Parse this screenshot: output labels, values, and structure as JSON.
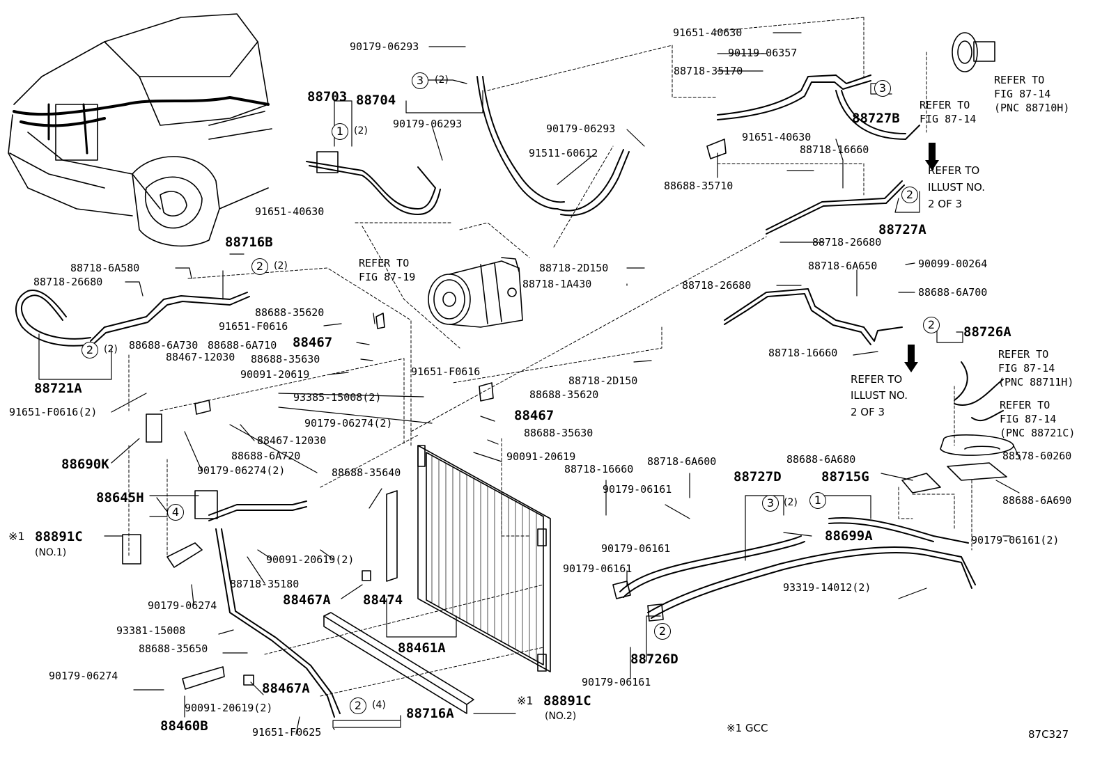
{
  "parts": {
    "p_90179_06293_a": "90179-06293",
    "p_88703": "88703",
    "p_88704": "88704",
    "p_90179_06293_b": "90179-06293",
    "p_90179_06293_c": "90179-06293",
    "p_91511_60612": "91511-60612",
    "p_91651_40630_a": "91651-40630",
    "p_91651_40630_b": "91651-40630",
    "p_90119_06357": "90119-06357",
    "p_88718_35170": "88718-35170",
    "p_88727B": "88727B",
    "p_91651_40630_c": "91651-40630",
    "p_88718_16660_a": "88718-16660",
    "p_88688_35710": "88688-35710",
    "p_88727A": "88727A",
    "p_88718_26680_a": "88718-26680",
    "p_90099_00264": "90099-00264",
    "p_88718_6A650": "88718-6A650",
    "p_88718_26680_b": "88718-26680",
    "p_88688_6A700": "88688-6A700",
    "p_88726A": "88726A",
    "p_88718_16660_b": "88718-16660",
    "p_88718_2D150_a": "88718-2D150",
    "p_88718_1A430": "88718-1A430",
    "p_88716B": "88716B",
    "p_88718_6A580": "88718-6A580",
    "p_88718_26680_c": "88718-26680",
    "p_88688_35620_a": "88688-35620",
    "p_91651_F0616_a": "91651-F0616",
    "p_88688_6A730": "88688-6A730",
    "p_88688_6A710": "88688-6A710",
    "p_88467_a": "88467",
    "p_88467_12030_a": "88467-12030",
    "p_88688_35630_a": "88688-35630",
    "p_90091_20619_a": "90091-20619",
    "p_88721A": "88721A",
    "p_91651_F0616_2": "91651-F0616(2)",
    "p_93385_15008": "93385-15008(2)",
    "p_90179_06274_2a": "90179-06274(2)",
    "p_88467_12030_b": "88467-12030",
    "p_88688_6A720": "88688-6A720",
    "p_88690K": "88690K",
    "p_90179_06274_2b": "90179-06274(2)",
    "p_91651_F0616_b": "91651-F0616",
    "p_88688_35620_b": "88688-35620",
    "p_88718_2D150_b": "88718-2D150",
    "p_88467_b": "88467",
    "p_88688_35630_b": "88688-35630",
    "p_90091_20619_b": "90091-20619",
    "p_88645H": "88645H",
    "p_88688_35640": "88688-35640",
    "p_88891C_1": "88891C",
    "p_88891C_1_sub": "(NO.1)",
    "p_90091_20619_2": "90091-20619(2)",
    "p_88718_35180": "88718-35180",
    "p_90179_06274_c": "90179-06274",
    "p_88467A_a": "88467A",
    "p_88474": "88474",
    "p_93381_15008": "93381-15008",
    "p_88461A": "88461A",
    "p_88688_35650": "88688-35650",
    "p_90179_06274_d": "90179-06274",
    "p_88467A_b": "88467A",
    "p_90091_20619_2b": "90091-20619(2)",
    "p_88460B": "88460B",
    "p_91651_F0625": "91651-F0625",
    "p_88716A": "88716A",
    "p_88891C_2": "88891C",
    "p_88891C_2_sub": "(NO.2)",
    "p_88718_16660_c": "88718-16660",
    "p_88718_6A600": "88718-6A600",
    "p_90179_06161_a": "90179-06161",
    "p_90179_06161_b": "90179-06161",
    "p_88727D": "88727D",
    "p_88715G": "88715G",
    "p_88699A": "88699A",
    "p_88688_6A680": "88688-6A680",
    "p_88578_60260": "88578-60260",
    "p_88688_6A690": "88688-6A690",
    "p_90179_06161_2": "90179-06161(2)",
    "p_90179_06161_c": "90179-06161",
    "p_93319_14012": "93319-14012(2)",
    "p_88726D": "88726D",
    "p_90179_06161_d": "90179-06161"
  },
  "refs": {
    "fig_87_19_a": "REFER TO",
    "fig_87_19_b": "FIG 87-19",
    "fig_87_14_a": "REFER TO",
    "fig_87_14_b": "FIG 87-14",
    "pnc_88710H_a": "REFER TO",
    "pnc_88710H_b": "FIG 87-14",
    "pnc_88710H_c": "(PNC 88710H)",
    "illust_a_1": "REFER TO",
    "illust_a_2": "ILLUST NO.",
    "illust_a_3": "2 OF 3",
    "illust_b_1": "REFER TO",
    "illust_b_2": "ILLUST NO.",
    "illust_b_3": "2 OF 3",
    "pnc_88711H_a": "REFER TO",
    "pnc_88711H_b": "FIG 87-14",
    "pnc_88711H_c": "(PNC 88711H)",
    "pnc_88721C_a": "REFER TO",
    "pnc_88721C_b": "FIG 87-14",
    "pnc_88721C_c": "(PNC 88721C)"
  },
  "callouts": {
    "c1": "1",
    "c2": "2",
    "c3": "3",
    "c4": "4"
  },
  "qty": {
    "q2": "(2)",
    "q4": "(4)"
  },
  "marks": {
    "note1": "※1",
    "note_text": "※1 GCC",
    "fig_id": "87C327"
  }
}
